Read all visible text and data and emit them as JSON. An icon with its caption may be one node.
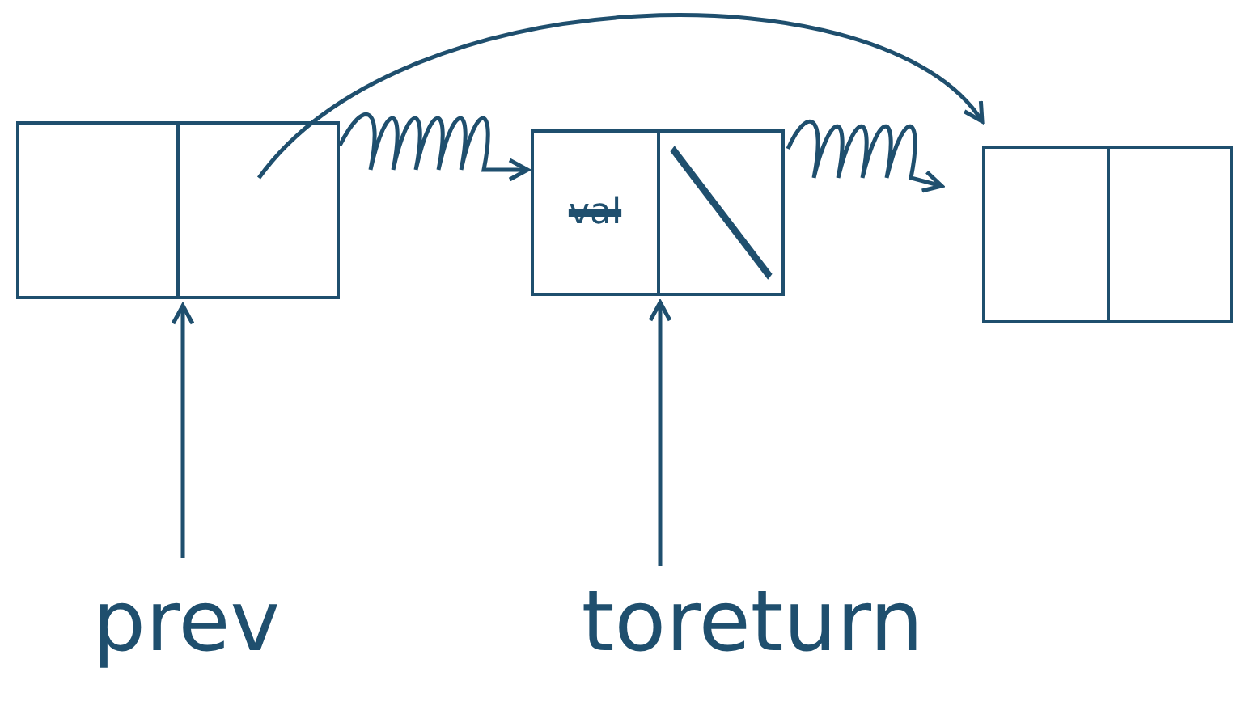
{
  "diagram": {
    "nodes": [
      {
        "text": [],
        "shape": "box"
      },
      {
        "text": [
          "val"
        ]
      },
      {
        "text": [],
        "shape": "box"
      },
      {
        "text": [
          "prev"
        ]
      },
      {
        "text": [
          "toreturn"
        ]
      }
    ],
    "edges": [
      {
        "from": 3,
        "to": 0,
        "arrow": "to"
      },
      {
        "from": 4,
        "to": 1,
        "arrow": "to"
      },
      {
        "from": 0,
        "to": 2,
        "arrow": "to"
      },
      {
        "from": 0,
        "to": 1,
        "arrow": "to"
      },
      {
        "from": 1,
        "to": 2,
        "arrow": "to"
      }
    ]
  }
}
